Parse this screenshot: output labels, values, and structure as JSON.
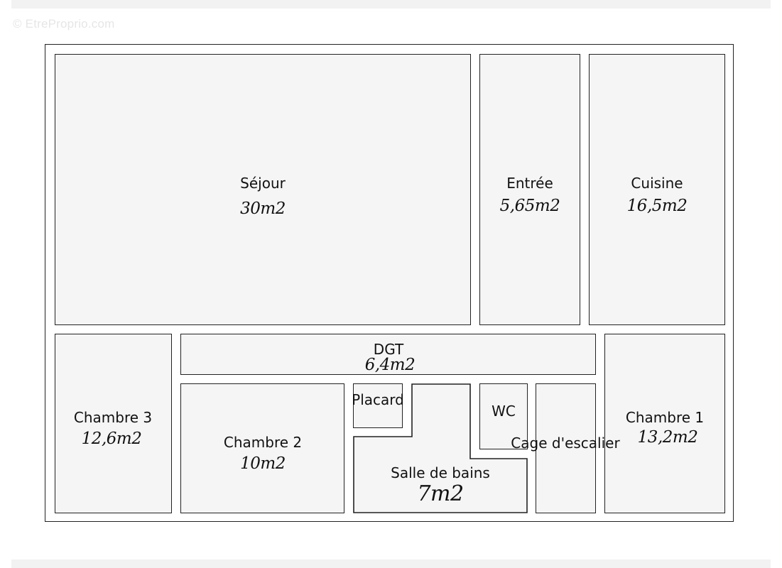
{
  "watermark": "© EtreProprio.com",
  "rooms": {
    "sejour": {
      "name": "Séjour",
      "area": "30m2"
    },
    "entree": {
      "name": "Entrée",
      "area": "5,65m2"
    },
    "cuisine": {
      "name": "Cuisine",
      "area": "16,5m2"
    },
    "dgt": {
      "name": "DGT",
      "area": "6,4m2"
    },
    "chambre3": {
      "name": "Chambre 3",
      "area": "12,6m2"
    },
    "chambre2": {
      "name": "Chambre 2",
      "area": "10m2"
    },
    "placard": {
      "name": "Placard"
    },
    "wc": {
      "name": "WC"
    },
    "cage": {
      "name": "Cage d'escalier"
    },
    "chambre1": {
      "name": "Chambre 1",
      "area": "13,2m2"
    },
    "sdb": {
      "name": "Salle de bains",
      "area": "7m2"
    }
  }
}
